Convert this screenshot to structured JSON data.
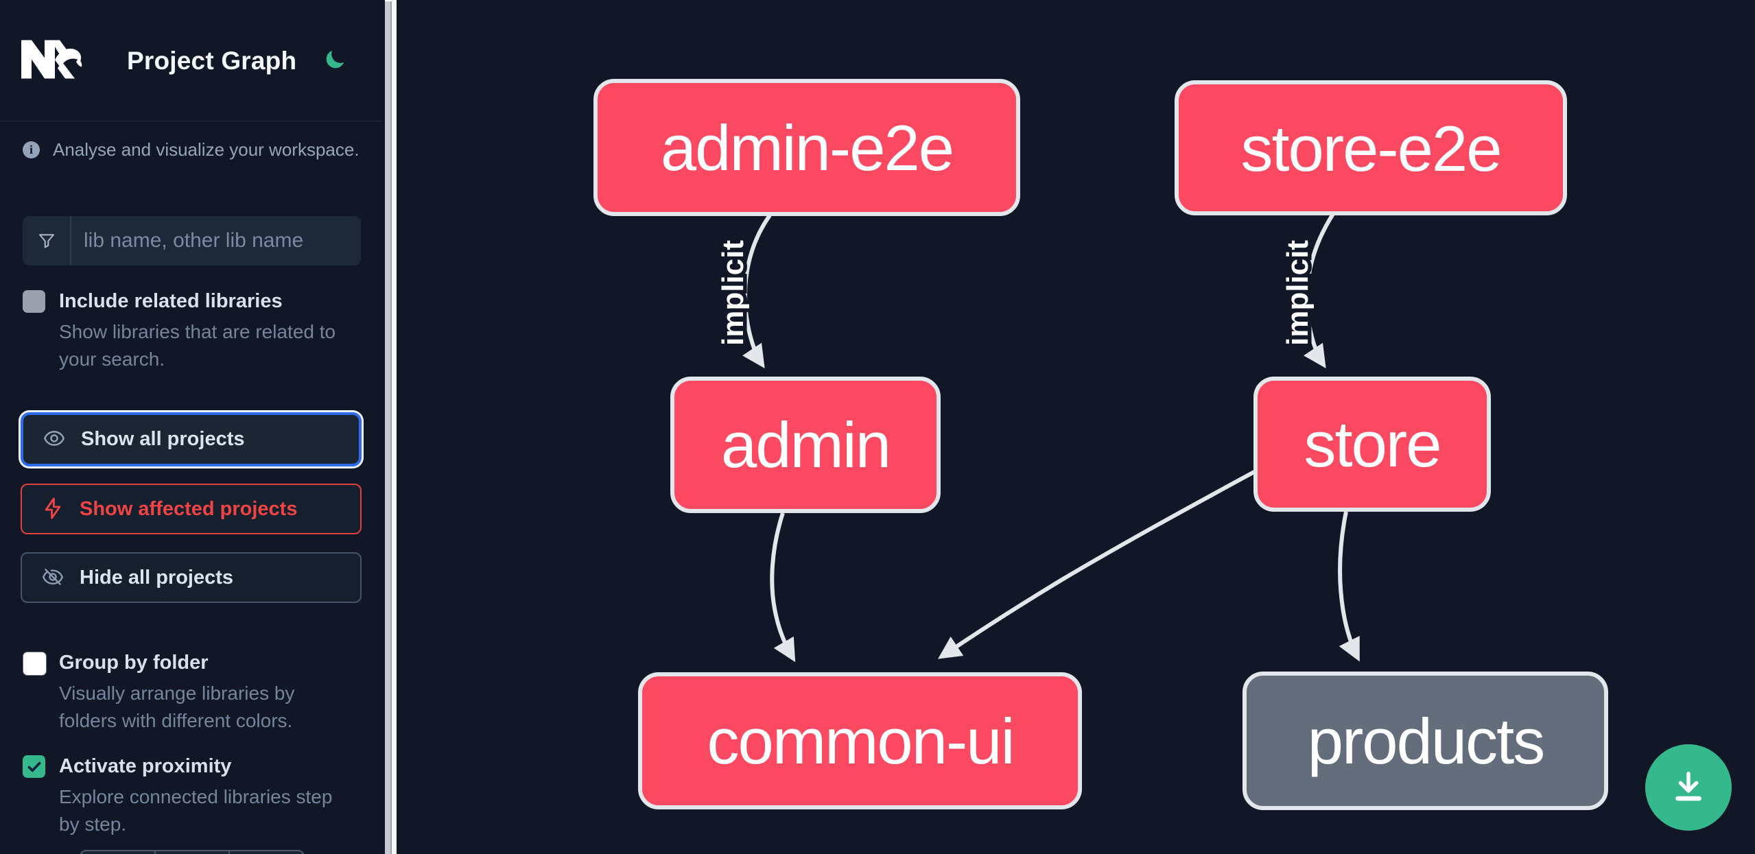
{
  "header": {
    "title": "Project Graph",
    "logo_icon": "nx-logo",
    "theme_icon": "moon-icon"
  },
  "sidebar": {
    "intro": "Analyse and visualize your workspace.",
    "intro_icon": "info-icon",
    "search": {
      "placeholder": "lib name, other lib name",
      "value": "",
      "icon": "filter-icon"
    },
    "toggles": [
      {
        "label": "Include related libraries",
        "description": "Show libraries that are related to your search.",
        "checked": false
      },
      {
        "label": "Group by folder",
        "description": "Visually arrange libraries by folders with different colors.",
        "checked": false
      },
      {
        "label": "Activate proximity",
        "description": "Explore connected libraries step by step.",
        "checked": true
      }
    ],
    "actions": [
      {
        "label": "Show all projects",
        "icon": "eye-icon",
        "state": "focused"
      },
      {
        "label": "Show affected projects",
        "icon": "bolt-icon",
        "state": "danger"
      },
      {
        "label": "Hide all projects",
        "icon": "eye-off-icon",
        "state": "default"
      }
    ]
  },
  "graph": {
    "nodes": [
      {
        "id": "admin-e2e",
        "label": "admin-e2e",
        "fill": "#fa4961"
      },
      {
        "id": "store-e2e",
        "label": "store-e2e",
        "fill": "#fa4961"
      },
      {
        "id": "admin",
        "label": "admin",
        "fill": "#fa4961"
      },
      {
        "id": "store",
        "label": "store",
        "fill": "#fa4961"
      },
      {
        "id": "common-ui",
        "label": "common-ui",
        "fill": "#fa4961"
      },
      {
        "id": "products",
        "label": "products",
        "fill": "#646d7c"
      }
    ],
    "edges": [
      {
        "source": "admin-e2e",
        "target": "admin",
        "label": "implicit"
      },
      {
        "source": "store-e2e",
        "target": "store",
        "label": "implicit"
      },
      {
        "source": "admin",
        "target": "common-ui",
        "label": ""
      },
      {
        "source": "store",
        "target": "common-ui",
        "label": ""
      },
      {
        "source": "store",
        "target": "products",
        "label": ""
      }
    ]
  },
  "fab": {
    "icon": "download-icon"
  },
  "colors": {
    "background": "#111726",
    "node_pink": "#fa4961",
    "node_gray": "#646d7c",
    "node_border": "#e3e7ec",
    "edge": "#e3e7ec",
    "accent_green": "#35b98c",
    "accent_red": "#ef4444",
    "focus_blue": "#2e6be6"
  }
}
